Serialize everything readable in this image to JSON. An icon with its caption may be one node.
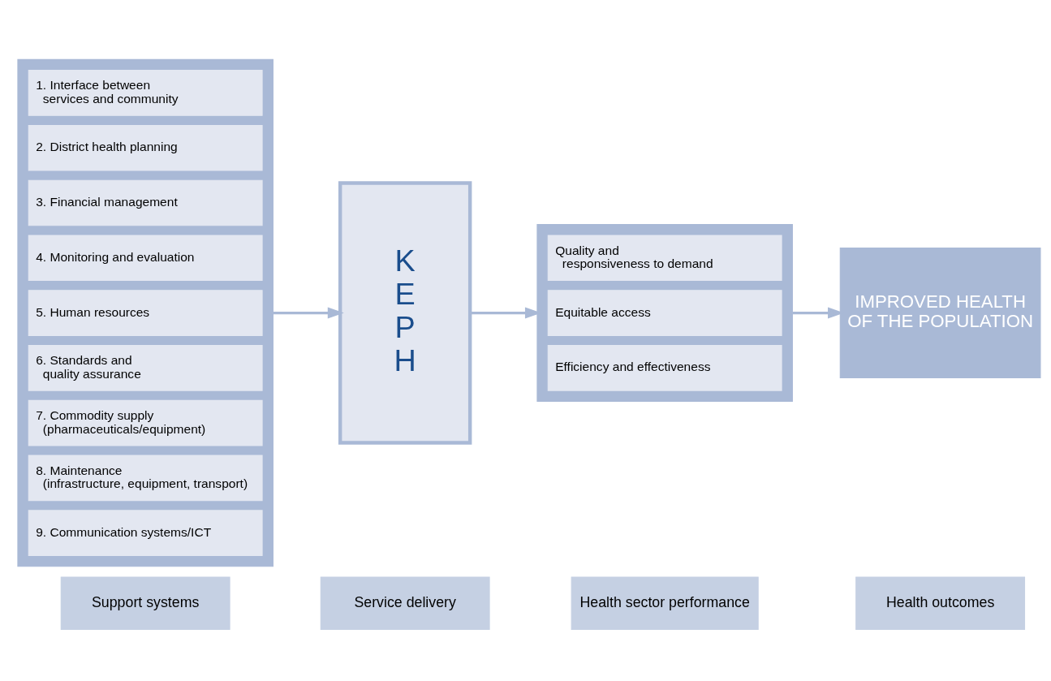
{
  "diagram": {
    "nodes": [
      {
        "text": [
          "Support systems"
        ]
      },
      {
        "text": [
          "Service delivery"
        ]
      },
      {
        "text": [
          "Health sector performance"
        ]
      },
      {
        "text": [
          "Health outcomes"
        ]
      },
      {
        "text": [],
        "shape": "box"
      },
      {
        "text": [
          "1. Interface between services and community"
        ],
        "in": 4
      },
      {
        "text": [
          "2. District health planning"
        ],
        "in": 4
      },
      {
        "text": [
          "3. Financial management"
        ],
        "in": 4
      },
      {
        "text": [
          "4. Monitoring and evaluation"
        ],
        "in": 4
      },
      {
        "text": [
          "5. Human resources"
        ],
        "in": 4
      },
      {
        "text": [
          "6. Standards and quality assurance"
        ],
        "in": 4
      },
      {
        "text": [
          "7. Commodity supply (pharmaceuticals/equipment)"
        ],
        "in": 4
      },
      {
        "text": [
          "8. Maintenance (infrastructure, equipment, transport)"
        ],
        "in": 4
      },
      {
        "text": [
          "9. Communication systems/ICT"
        ],
        "in": 4
      },
      {
        "text": [
          "K E P H"
        ]
      },
      {
        "text": [],
        "shape": "box"
      },
      {
        "text": [
          "Quality and responsiveness to demand"
        ],
        "in": 15
      },
      {
        "text": [
          "Equitable access"
        ],
        "in": 15
      },
      {
        "text": [
          "Efficiency and effectiveness"
        ],
        "in": 15
      },
      {
        "text": [
          "IMPROVED HEALTH OF THE POPULATION"
        ]
      }
    ],
    "edges": [
      {
        "from": 4,
        "to": 14,
        "arrow": "to"
      },
      {
        "from": 14,
        "to": 15,
        "arrow": "to"
      },
      {
        "from": 15,
        "to": 19,
        "arrow": "to"
      }
    ]
  }
}
